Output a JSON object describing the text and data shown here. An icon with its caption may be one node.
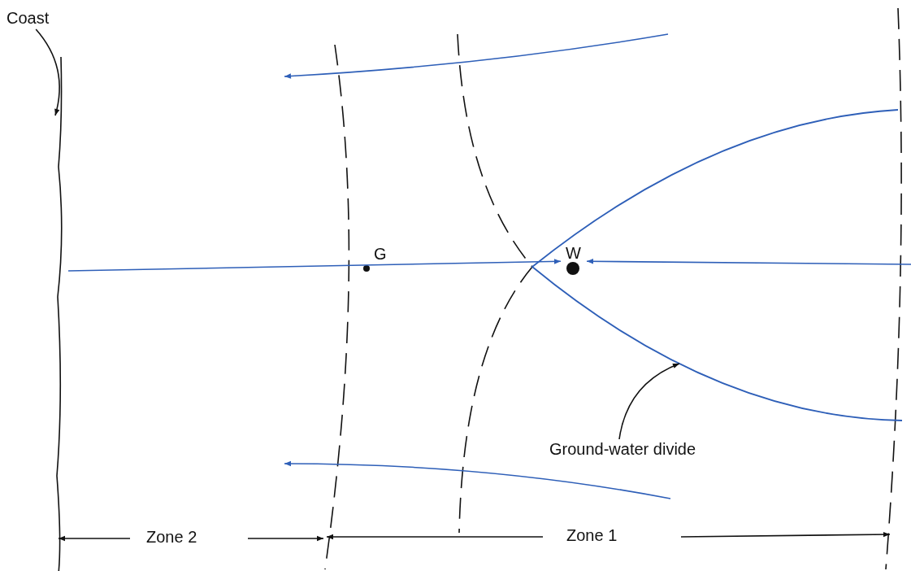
{
  "diagram": {
    "nodes": [
      {
        "text": [
          "Coast"
        ]
      },
      {
        "text": [],
        "shape": "line"
      },
      {
        "text": [
          "G"
        ]
      },
      {
        "text": [
          "W"
        ],
        "in": 5
      },
      {
        "text": [
          "Ground-water divide"
        ]
      },
      {
        "text": [],
        "shape": "curve"
      }
    ],
    "edges": [
      {
        "from": 0,
        "to": 1,
        "arrow": "to"
      },
      {
        "from": 4,
        "to": 5,
        "arrow": "to"
      },
      {
        "from": null,
        "to": 3,
        "arrow": "to",
        "color": "#2e5fb8"
      },
      {
        "from": 1,
        "to": 3,
        "arrow": "to",
        "color": "#2e5fb8"
      }
    ],
    "labels": [
      "Zone 2",
      "Zone 1"
    ]
  }
}
